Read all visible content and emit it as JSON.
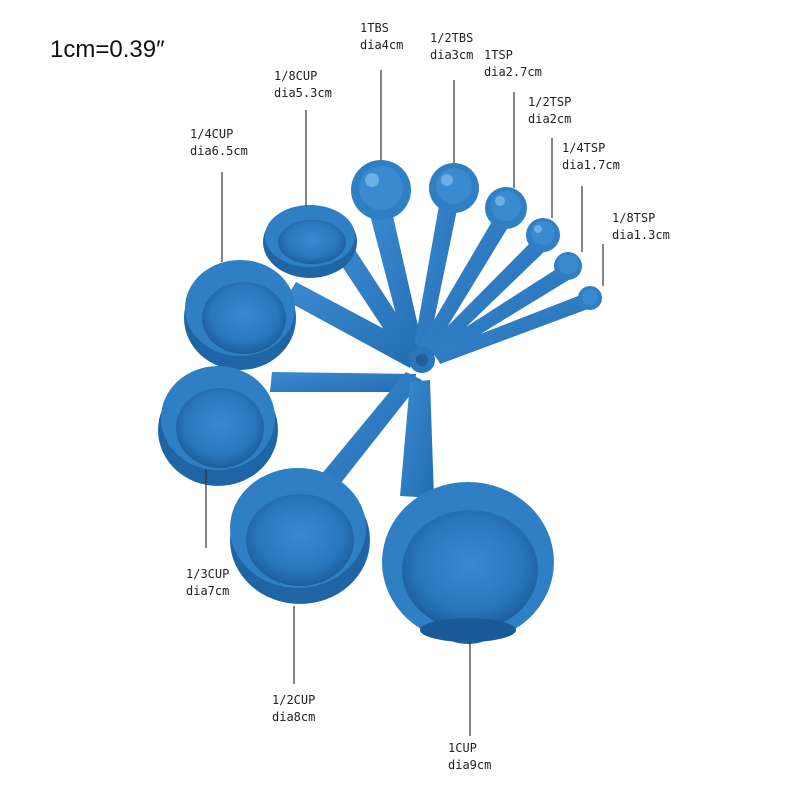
{
  "scale_note": "1cm=0.39″",
  "colors": {
    "cup_main": "#2f7fc4",
    "cup_dark": "#1d5d99",
    "cup_light": "#5ea5de",
    "background": "#ffffff",
    "leader_line": "#333333"
  },
  "items": [
    {
      "key": "1tbs",
      "name": "1TBS",
      "dia": "dia4cm"
    },
    {
      "key": "half-tbs",
      "name": "1/2TBS",
      "dia": "dia3cm"
    },
    {
      "key": "1tsp",
      "name": "1TSP",
      "dia": "dia2.7cm"
    },
    {
      "key": "half-tsp",
      "name": "1/2TSP",
      "dia": "dia2cm"
    },
    {
      "key": "quarter-tsp",
      "name": "1/4TSP",
      "dia": "dia1.7cm"
    },
    {
      "key": "eighth-tsp",
      "name": "1/8TSP",
      "dia": "dia1.3cm"
    },
    {
      "key": "eighth-cup",
      "name": "1/8CUP",
      "dia": "dia5.3cm"
    },
    {
      "key": "quarter-cup",
      "name": "1/4CUP",
      "dia": "dia6.5cm"
    },
    {
      "key": "third-cup",
      "name": "1/3CUP",
      "dia": "dia7cm"
    },
    {
      "key": "half-cup",
      "name": "1/2CUP",
      "dia": "dia8cm"
    },
    {
      "key": "1cup",
      "name": "1CUP",
      "dia": "dia9cm"
    }
  ]
}
